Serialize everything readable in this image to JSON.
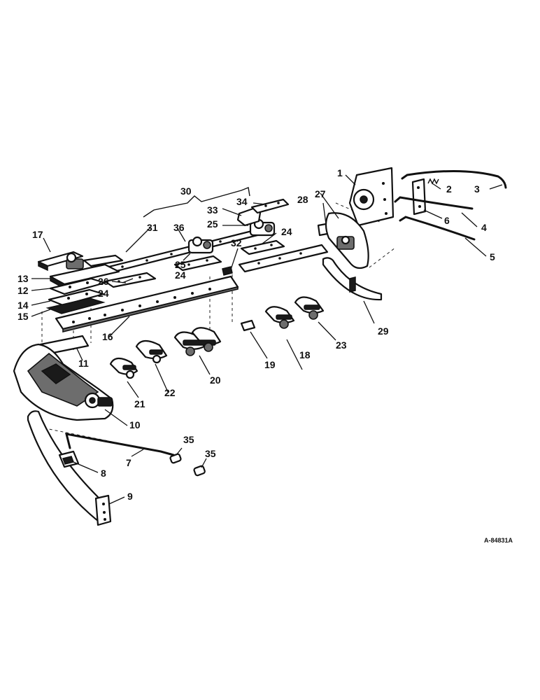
{
  "diagram_code": "A-84831A",
  "callouts": [
    {
      "id": "c1",
      "text": "1"
    },
    {
      "id": "c2",
      "text": "2"
    },
    {
      "id": "c3",
      "text": "3"
    },
    {
      "id": "c4",
      "text": "4"
    },
    {
      "id": "c5",
      "text": "5"
    },
    {
      "id": "c6",
      "text": "6"
    },
    {
      "id": "c7",
      "text": "7"
    },
    {
      "id": "c8",
      "text": "8"
    },
    {
      "id": "c9",
      "text": "9"
    },
    {
      "id": "c10",
      "text": "10"
    },
    {
      "id": "c11",
      "text": "11"
    },
    {
      "id": "c12",
      "text": "12"
    },
    {
      "id": "c13",
      "text": "13"
    },
    {
      "id": "c14",
      "text": "14"
    },
    {
      "id": "c15",
      "text": "15"
    },
    {
      "id": "c16",
      "text": "16"
    },
    {
      "id": "c17",
      "text": "17"
    },
    {
      "id": "c18",
      "text": "18"
    },
    {
      "id": "c19",
      "text": "19"
    },
    {
      "id": "c20",
      "text": "20"
    },
    {
      "id": "c21",
      "text": "21"
    },
    {
      "id": "c22",
      "text": "22"
    },
    {
      "id": "c23",
      "text": "23"
    },
    {
      "id": "c24a",
      "text": "24"
    },
    {
      "id": "c24b",
      "text": "24"
    },
    {
      "id": "c24c",
      "text": "24"
    },
    {
      "id": "c25a",
      "text": "25"
    },
    {
      "id": "c25b",
      "text": "25"
    },
    {
      "id": "c26",
      "text": "26"
    },
    {
      "id": "c27",
      "text": "27"
    },
    {
      "id": "c28",
      "text": "28"
    },
    {
      "id": "c29",
      "text": "29"
    },
    {
      "id": "c30",
      "text": "30"
    },
    {
      "id": "c31",
      "text": "31"
    },
    {
      "id": "c32",
      "text": "32"
    },
    {
      "id": "c33",
      "text": "33"
    },
    {
      "id": "c34",
      "text": "34"
    },
    {
      "id": "c35a",
      "text": "35"
    },
    {
      "id": "c35b",
      "text": "35"
    },
    {
      "id": "c36",
      "text": "36"
    }
  ]
}
